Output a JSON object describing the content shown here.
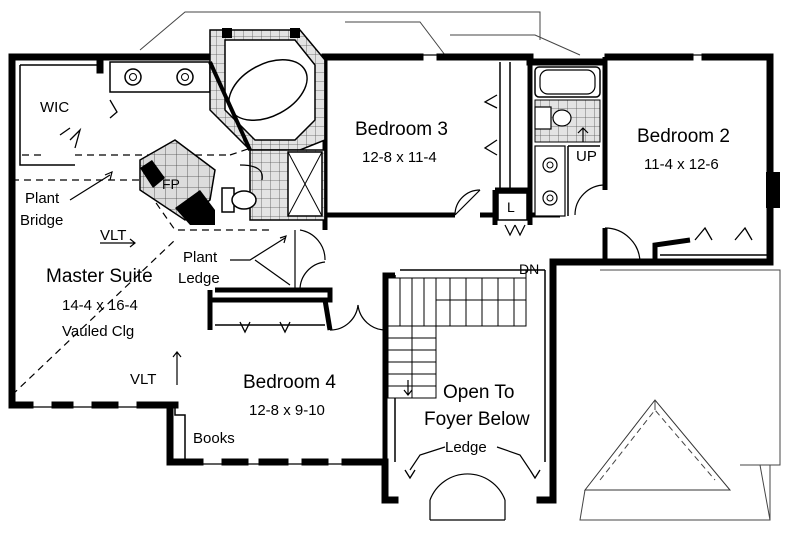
{
  "plan": {
    "rooms": {
      "master": {
        "name": "Master Suite",
        "dims": "14-4 x 16-4",
        "note": "Vauled Clg"
      },
      "bedroom2": {
        "name": "Bedroom 2",
        "dims": "11-4 x 12-6"
      },
      "bedroom3": {
        "name": "Bedroom 3",
        "dims": "12-8 x 11-4"
      },
      "bedroom4": {
        "name": "Bedroom 4",
        "dims": "12-8 x 9-10"
      },
      "foyer": {
        "line1": "Open To",
        "line2": "Foyer Below"
      }
    },
    "labels": {
      "wic": "WIC",
      "fp": "FP",
      "plant_bridge_1": "Plant",
      "plant_bridge_2": "Bridge",
      "plant_ledge_1": "Plant",
      "plant_ledge_2": "Ledge",
      "vlt_top": "VLT",
      "vlt_bottom": "VLT",
      "books": "Books",
      "ledge": "Ledge",
      "dn": "DN",
      "up": "UP",
      "linen": "L"
    },
    "colors": {
      "wall": "#000000",
      "line": "#222222",
      "tile": "#cfcfcf",
      "tile_line": "#555555",
      "fireplace_tile": "#cfcfcf",
      "background": "#ffffff"
    }
  }
}
